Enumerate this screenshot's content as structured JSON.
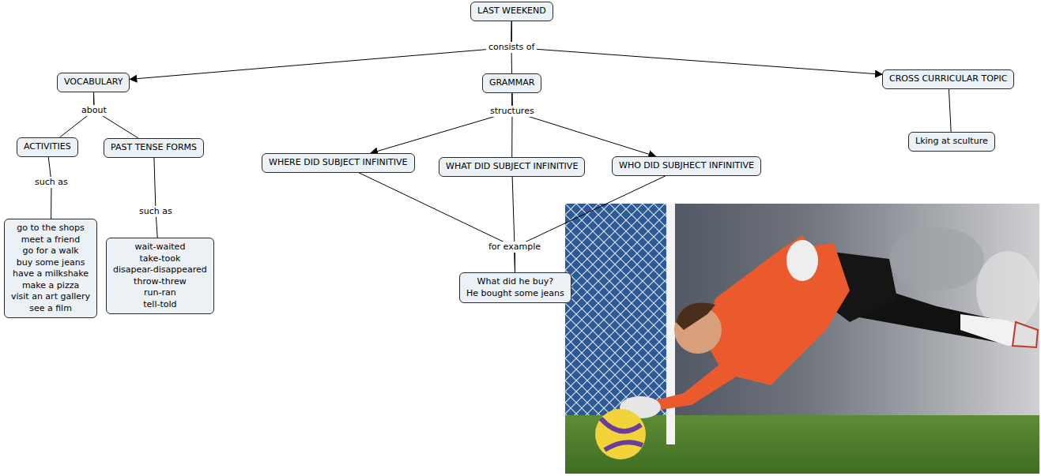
{
  "diagram": {
    "nodes": [
      {
        "text": [
          "LAST WEEKEND"
        ]
      },
      {
        "text": [
          "VOCABULARY"
        ]
      },
      {
        "text": [
          "GRAMMAR"
        ]
      },
      {
        "text": [
          "CROSS CURRICULAR TOPIC"
        ]
      },
      {
        "text": [
          "ACTIVITIES"
        ]
      },
      {
        "text": [
          "PAST TENSE FORMS"
        ]
      },
      {
        "text": [
          "WHERE DID SUBJECT INFINITIVE"
        ]
      },
      {
        "text": [
          "WHAT DID SUBJECT INFINITIVE"
        ]
      },
      {
        "text": [
          "WHO DID SUBJHECT INFINITIVE"
        ]
      },
      {
        "text": [
          "Lking at sculture"
        ]
      },
      {
        "text": [
          "go to the shops",
          "meet a friend",
          "go for a walk",
          "buy some jeans",
          "have a milkshake",
          "make a pizza",
          "visit an art gallery",
          "see a film"
        ]
      },
      {
        "text": [
          "wait-waited",
          "take-took",
          "disapear-disappeared",
          "throw-threw",
          "run-ran",
          "tell-told"
        ]
      },
      {
        "text": [
          "What did he buy?",
          "He bought some jeans"
        ]
      }
    ],
    "edges": [
      {
        "from": 0,
        "to": 1,
        "arrow": "to"
      },
      {
        "from": 0,
        "to": 2,
        "label": "consists of",
        "arrow": "none"
      },
      {
        "from": 0,
        "to": 3,
        "arrow": "to"
      },
      {
        "from": 1,
        "to": 4,
        "label": "about",
        "arrow": "none"
      },
      {
        "from": 1,
        "to": 5,
        "arrow": "none"
      },
      {
        "from": 2,
        "to": 6,
        "arrow": "to"
      },
      {
        "from": 2,
        "to": 7,
        "label": "structures",
        "arrow": "none"
      },
      {
        "from": 2,
        "to": 8,
        "arrow": "to"
      },
      {
        "from": 3,
        "to": 9,
        "arrow": "none"
      },
      {
        "from": 4,
        "to": 10,
        "label": "such as",
        "arrow": "none"
      },
      {
        "from": 5,
        "to": 11,
        "label": "such as",
        "arrow": "none"
      },
      {
        "from": 6,
        "to": 12,
        "arrow": "none"
      },
      {
        "from": 7,
        "to": 12,
        "label": "for example",
        "arrow": "none"
      },
      {
        "from": 8,
        "to": 12,
        "arrow": "none"
      }
    ]
  }
}
